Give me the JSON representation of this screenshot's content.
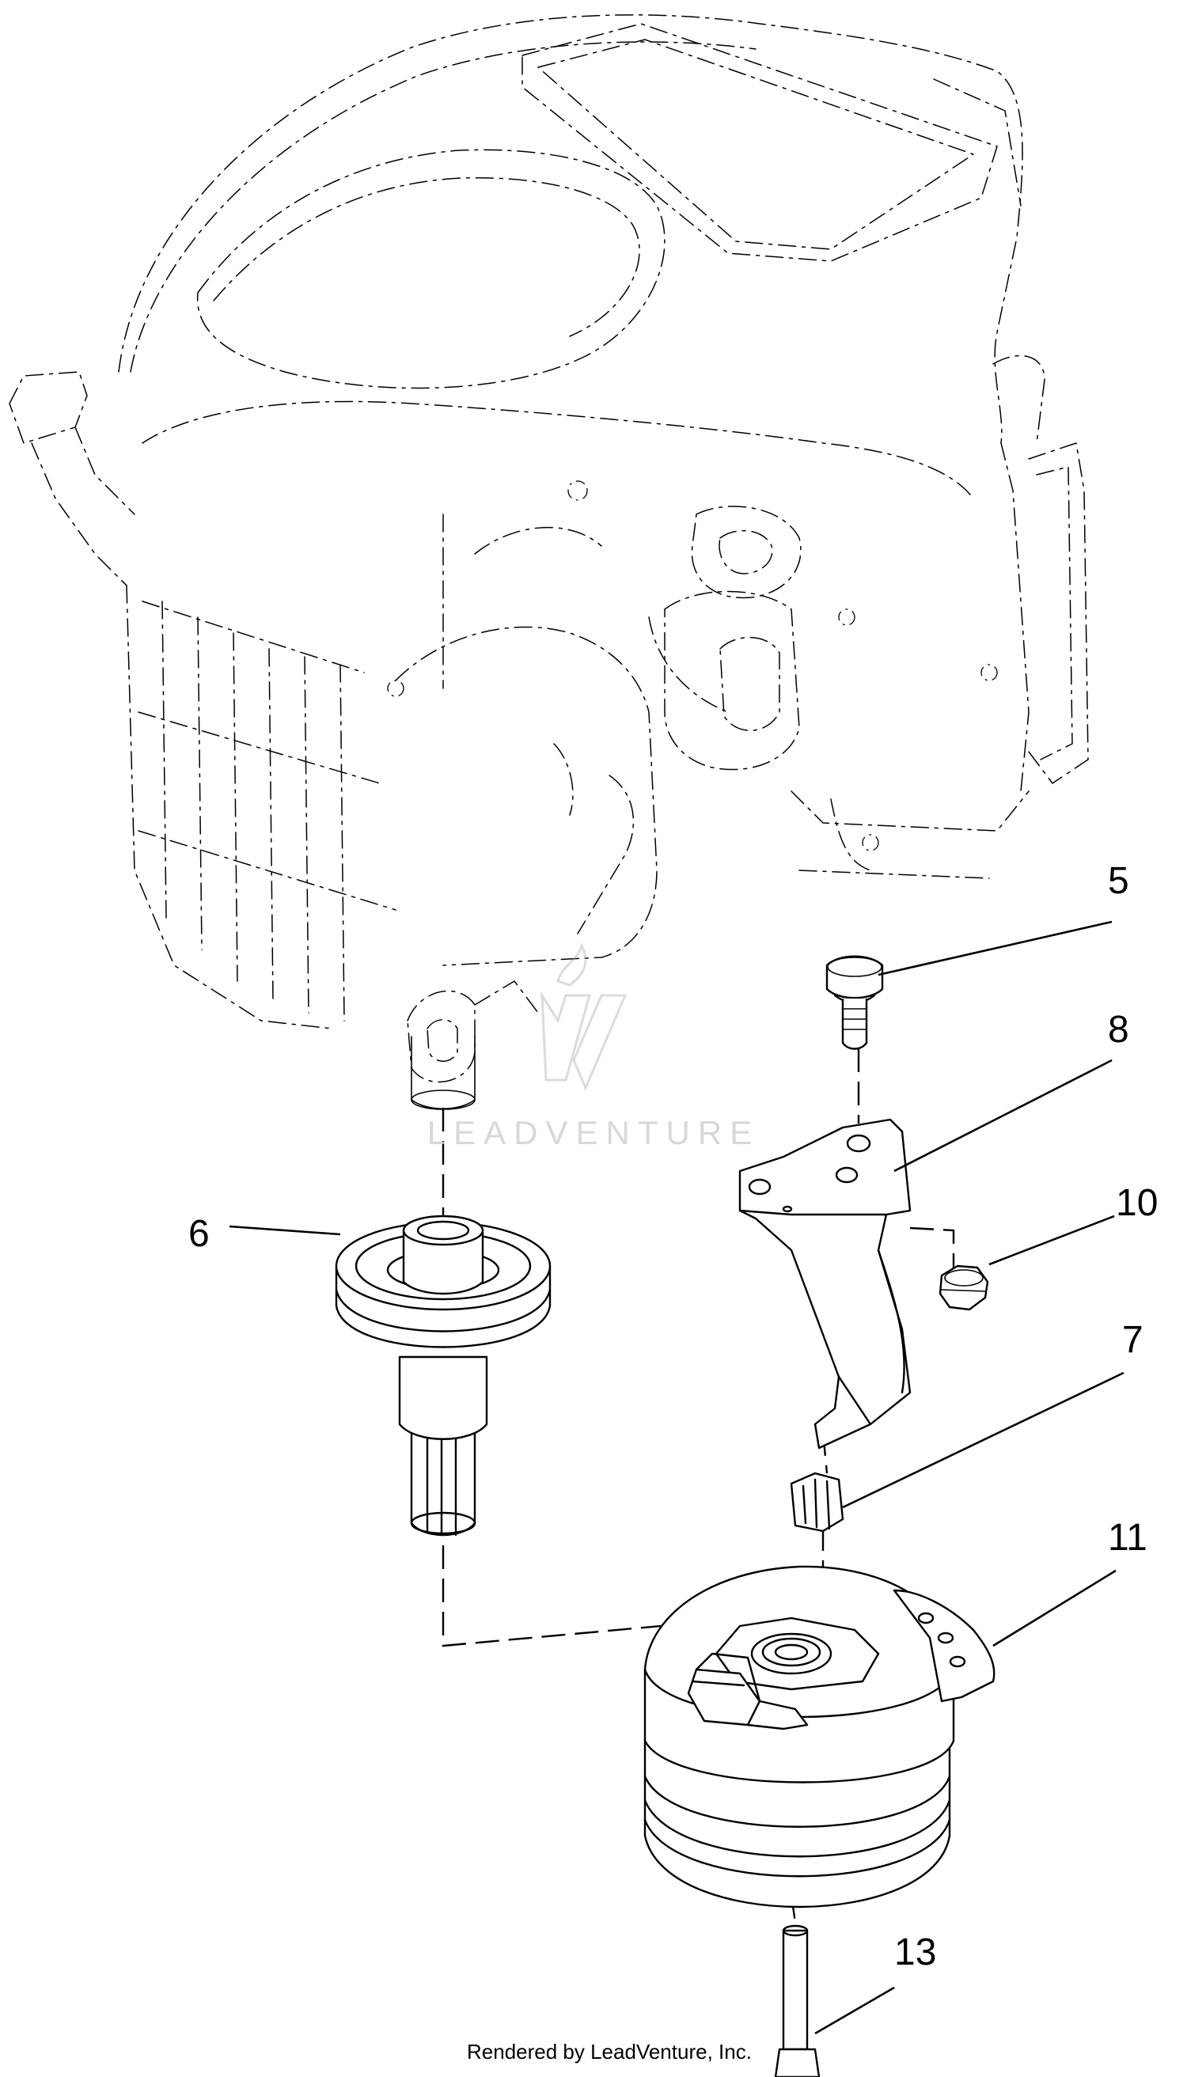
{
  "callouts": {
    "c5": "5",
    "c6": "6",
    "c7": "7",
    "c8": "8",
    "c10": "10",
    "c11": "11",
    "c13": "13"
  },
  "watermark": {
    "text": "LEADVENTURE"
  },
  "footer": {
    "credit": "Rendered by LeadVenture, Inc."
  }
}
